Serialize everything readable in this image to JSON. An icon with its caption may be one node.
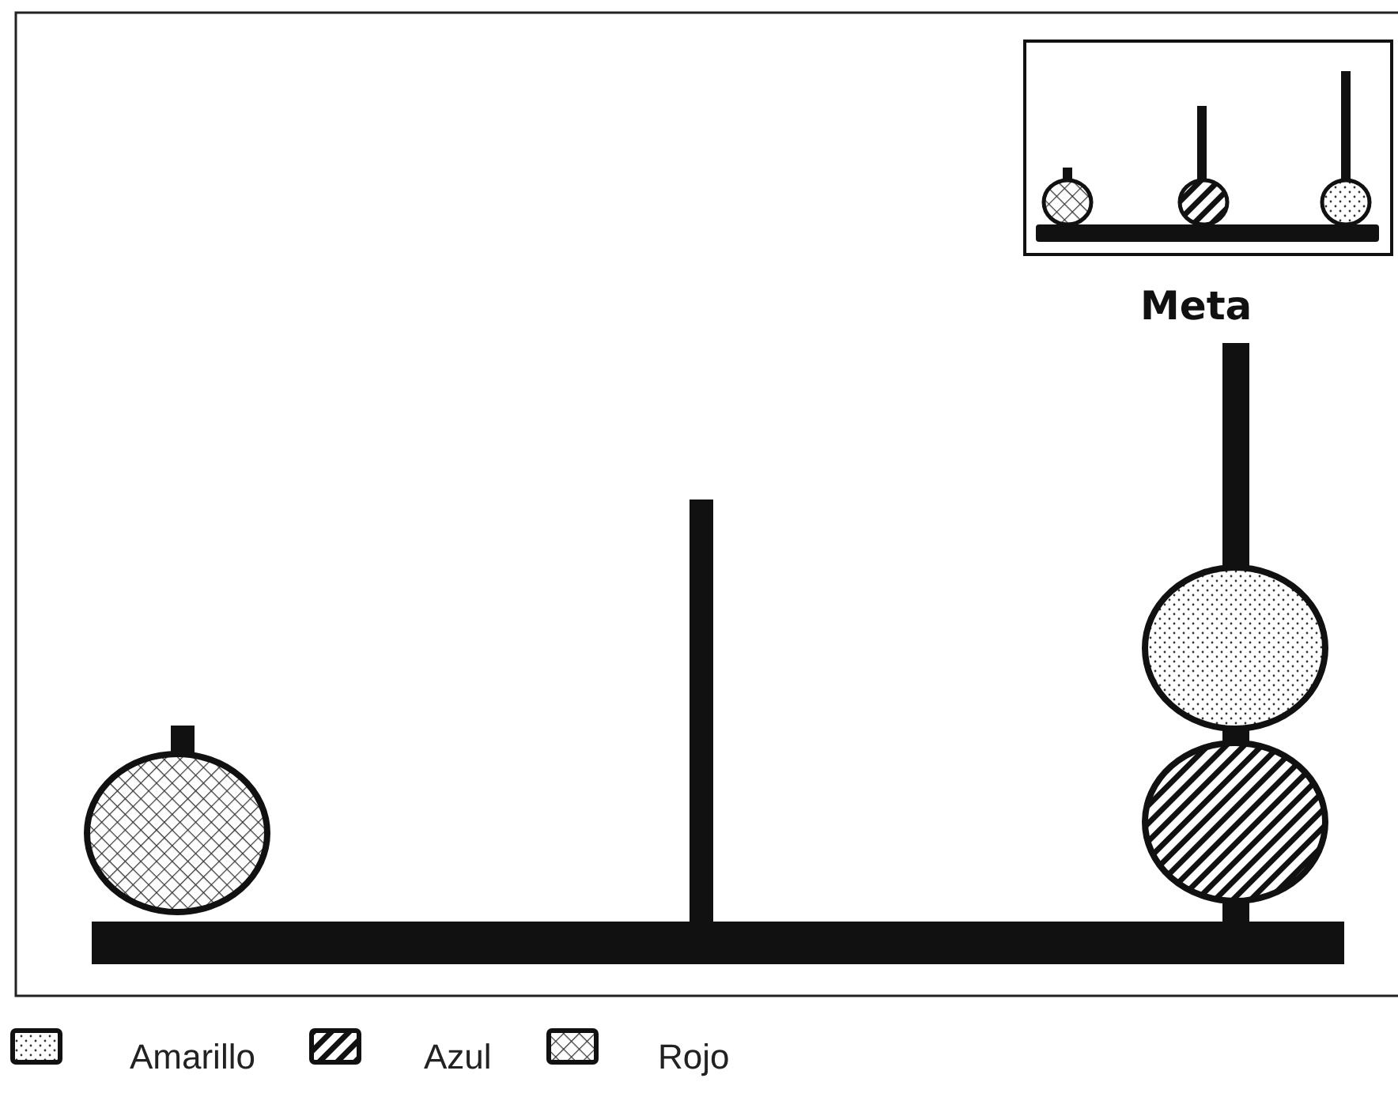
{
  "diagram": {
    "labels": [
      "Meta"
    ],
    "legend": [
      {
        "text": "Amarillo"
      },
      {
        "text": "Azul"
      },
      {
        "text": "Rojo"
      }
    ]
  }
}
